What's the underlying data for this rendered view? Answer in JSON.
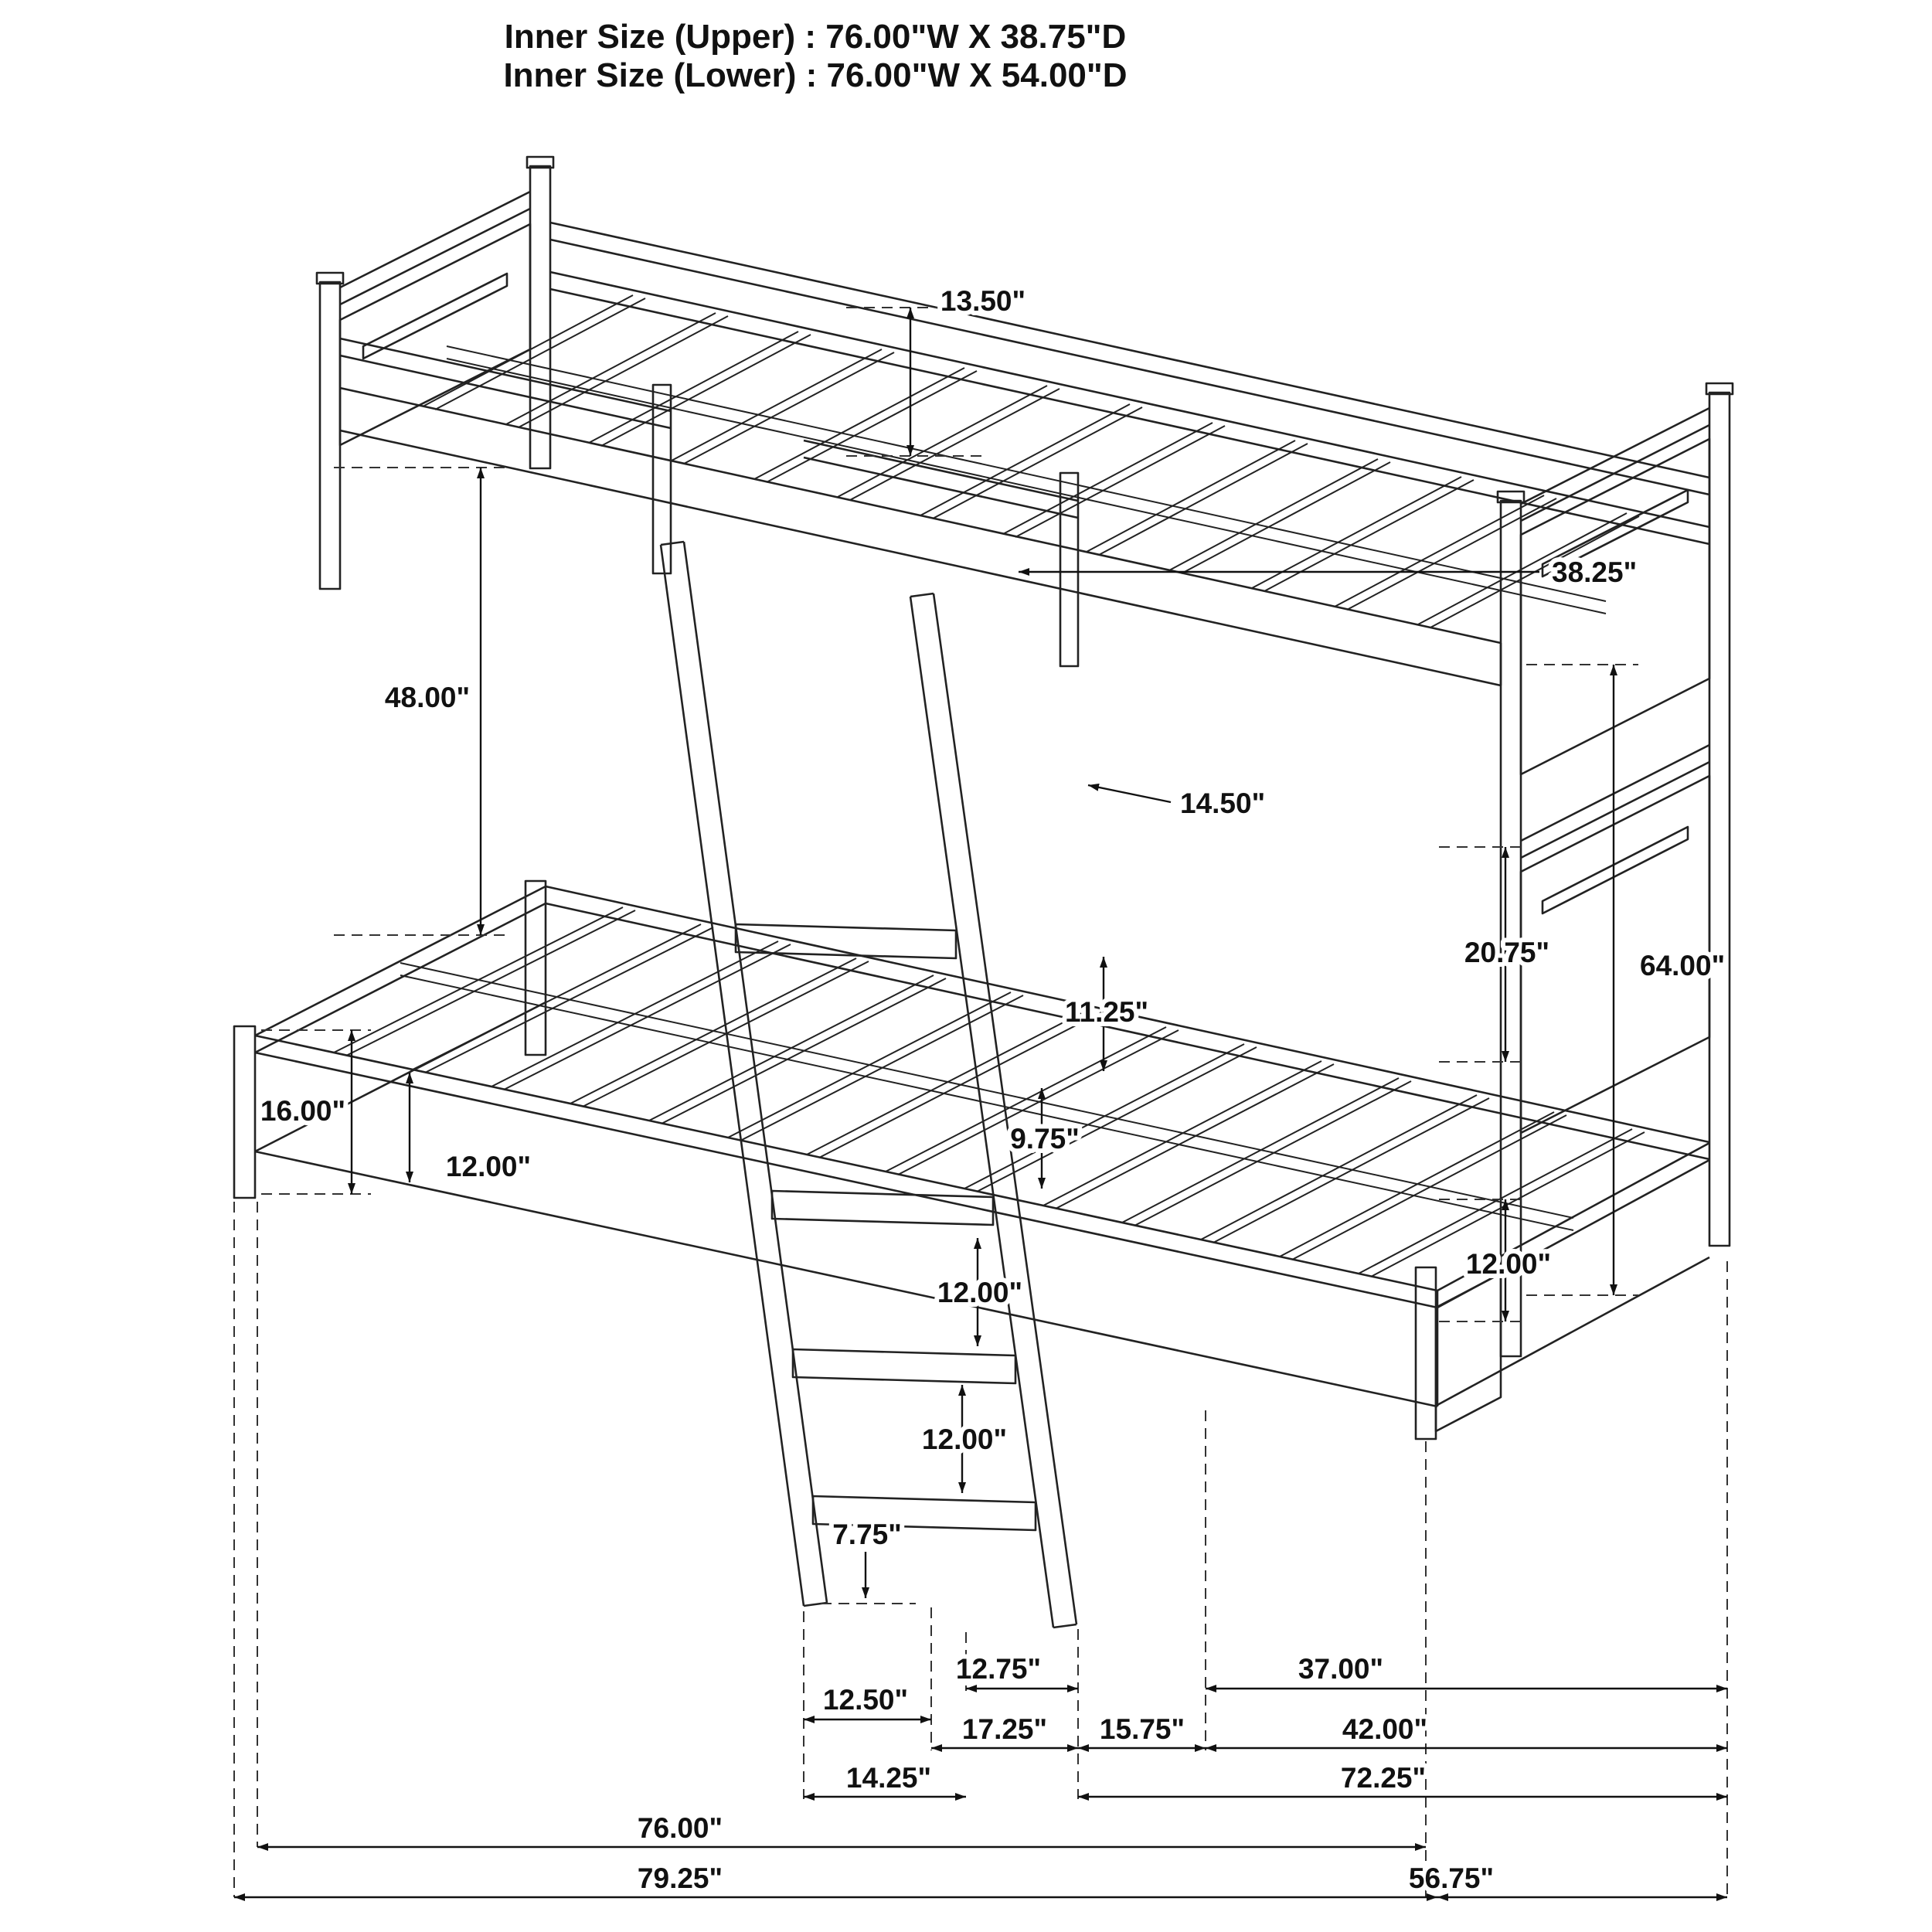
{
  "title": {
    "line1": "Inner Size (Upper) : 76.00\"W X 38.75\"D",
    "line2": "Inner Size (Lower) : 76.00\"W X 54.00\"D"
  },
  "drawing": {
    "subject": "twin-over-full bunk bed with angled ladder, isometric dimension drawing",
    "line_color": "#222222",
    "background": "#ffffff"
  },
  "dims": {
    "headboard_top_height": "13.50\"",
    "upper_slat_pointer": "38.25\"",
    "upper_rail_height": "48.00\"",
    "guard_rail_length": "14.50\"",
    "bunk_gap_height": "20.75\"",
    "overall_height": "64.00\"",
    "ladder_step_1": "11.25\"",
    "ladder_step_2": "9.75\"",
    "lower_leg_height": "16.00\"",
    "lower_rail_depth": "12.00\"",
    "ladder_step_3": "12.00\"",
    "ladder_step_4": "12.00\"",
    "lower_footboard_height": "12.00\"",
    "ladder_floor_clearance": "7.75\"",
    "floor_12_75": "12.75\"",
    "floor_37_00": "37.00\"",
    "floor_12_50": "12.50\"",
    "floor_17_25": "17.25\"",
    "floor_15_75": "15.75\"",
    "floor_42_00": "42.00\"",
    "floor_14_25": "14.25\"",
    "floor_72_25": "72.25\"",
    "floor_76_00": "76.00\"",
    "floor_79_25": "79.25\"",
    "floor_56_75": "56.75\""
  }
}
